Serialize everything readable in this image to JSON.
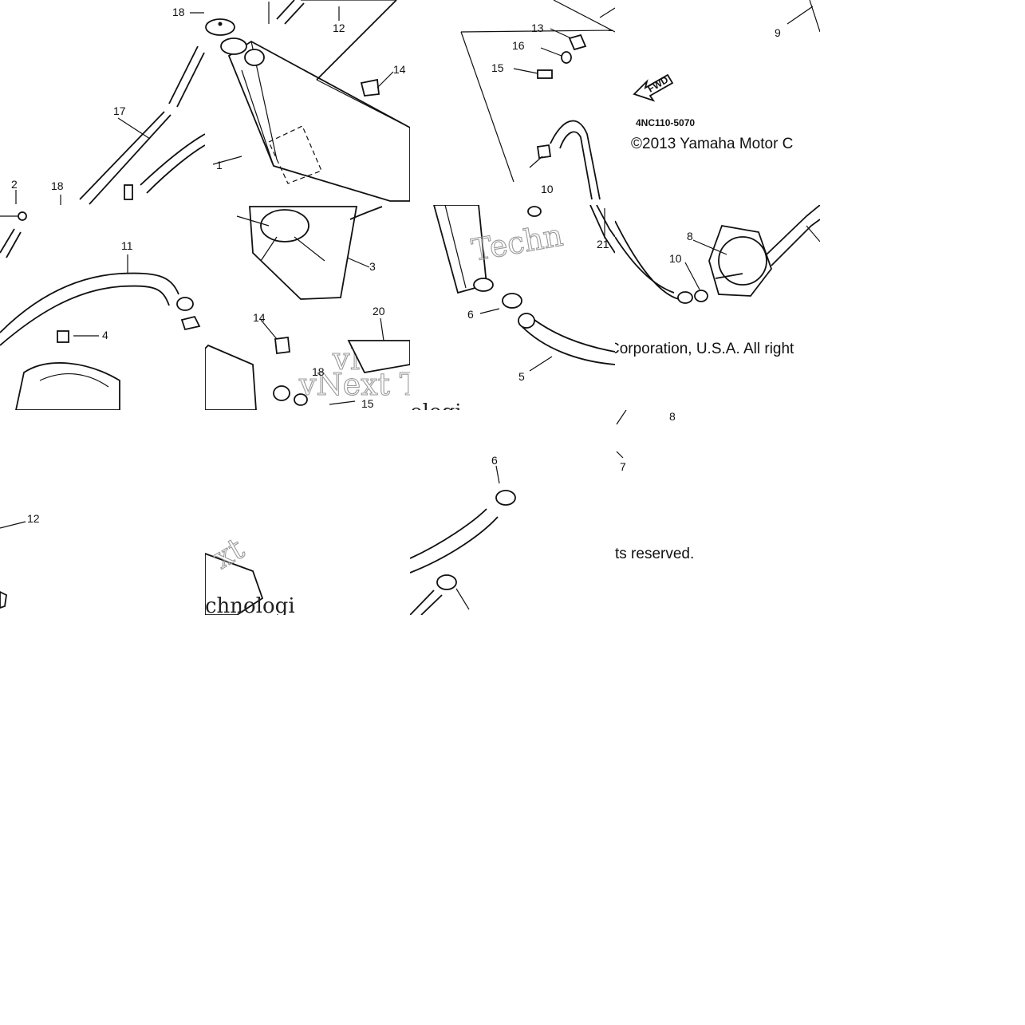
{
  "diagram": {
    "callouts": {
      "t00": [
        "18",
        "17",
        "2",
        "18"
      ],
      "t10": [
        "12"
      ],
      "t20": [
        "13",
        "16",
        "15",
        "10"
      ],
      "t30": [
        "9"
      ],
      "t01": [
        "11",
        "4"
      ],
      "t11": [
        "1",
        "14"
      ],
      "t21": [
        "6",
        "5",
        "21"
      ],
      "t31": [
        "8",
        "10"
      ],
      "t02": [
        "12"
      ],
      "t12": [
        "3",
        "14",
        "20",
        "18",
        "15"
      ],
      "t22": [
        "6"
      ],
      "t32": [
        "7",
        "8"
      ]
    },
    "code": "4NC110-5070",
    "fwd_label": "FWD",
    "copyright": {
      "line1": "©2013 Yamaha Motor C",
      "line2": "Corporation, U.S.A. All right",
      "line3": "ts reserved."
    },
    "watermark": {
      "a": "Techn",
      "b": "vNext Te",
      "c": "ologi",
      "d": "xt",
      "e": "chnologi",
      "f": "vN"
    }
  }
}
